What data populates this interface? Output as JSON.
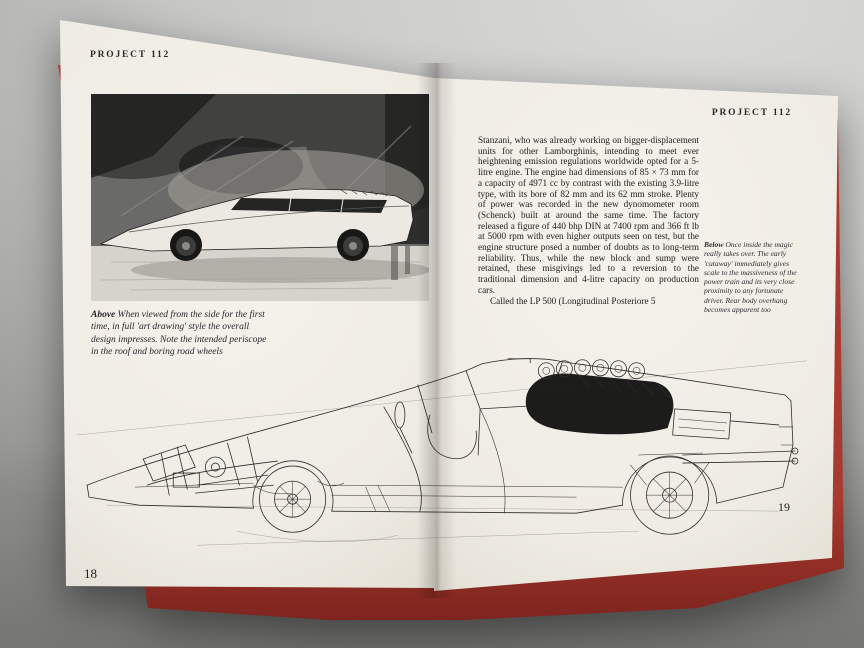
{
  "colors": {
    "background_gray": "#c4c4c2",
    "page_cream": "#f2efe8",
    "cover_red": "#a83a30",
    "ink": "#1b1b19"
  },
  "book": {
    "left_page": {
      "header": "PROJECT 112",
      "page_number": "18",
      "caption": {
        "lead": "Above",
        "text": " When viewed from the side for the first time, in full 'art drawing' style the overall design impresses. Note the intended periscope in the roof and boring road wheels"
      }
    },
    "right_page": {
      "header": "PROJECT 112",
      "page_number": "19",
      "paragraphs": [
        "Stanzani, who was already working on bigger-displacement units for other Lamborghinis, intending to meet ever heightening emission regulations worldwide opted for a 5-litre engine. The engine had dimensions of 85 × 73 mm for a capacity of 4971 cc by contrast with the existing 3.9-litre type, with its bore of 82 mm and its 62 mm stroke. Plenty of power was recorded in the new dynomometer room (Schenck) built at around the same time. The factory released a figure of 440 bhp DIN at 7400 rpm and 366 ft lb at 5000 rpm with even higher outputs seen on test, but the engine structure posed a number of doubts as to long-term reliability. Thus, while the new block and sump were retained, these misgivings led to a reversion to the traditional dimension and 4-litre capacity on production cars.",
        "Called the LP 500 (Longitudinal Posteriore 5"
      ],
      "sidenote": {
        "lead": "Below",
        "text": " Once inside the magic really takes over. The early 'cutaway' immediately gives scale to the massiveness of the power train and its very close proximity to any fortunate driver. Rear body overhang becomes apparent too"
      }
    }
  }
}
